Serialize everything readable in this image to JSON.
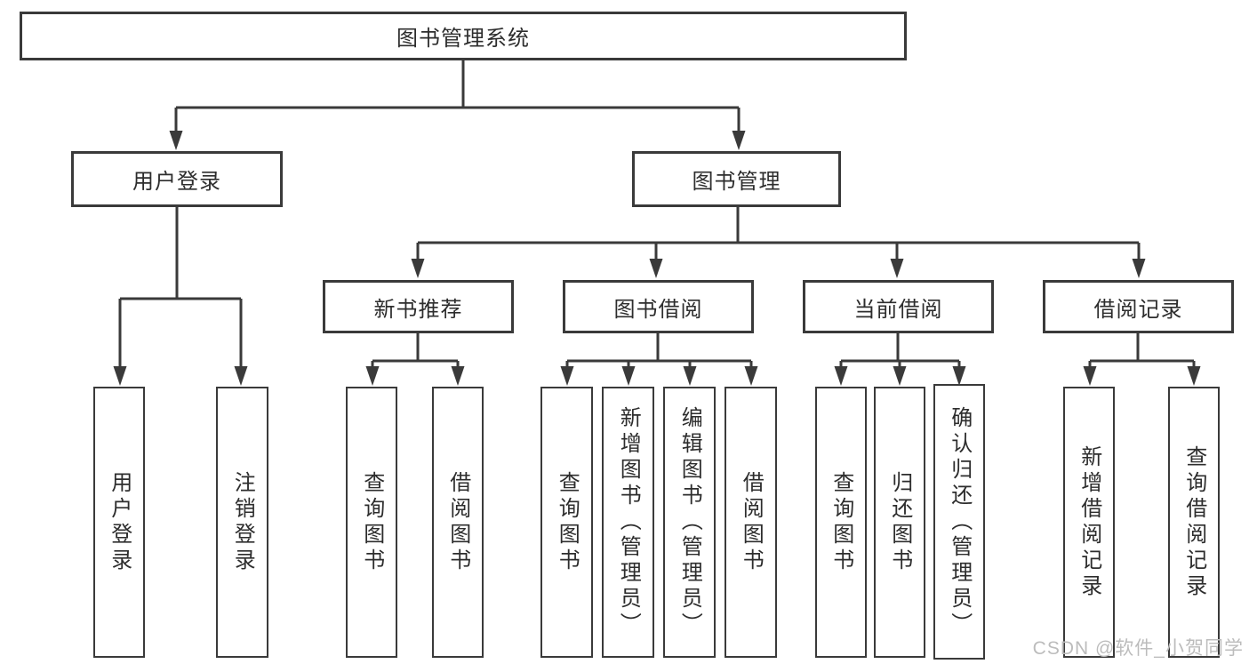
{
  "diagram": {
    "root": "图书管理系统",
    "user_login": {
      "label": "用户登录",
      "children": [
        "用户登录",
        "注销登录"
      ]
    },
    "book_management": {
      "label": "图书管理",
      "new_book_recommend": {
        "label": "新书推荐",
        "children": [
          "查询图书",
          "借阅图书"
        ]
      },
      "book_borrowing": {
        "label": "图书借阅",
        "children": [
          "查询图书",
          "新增图书（管理员）",
          "编辑图书（管理员）",
          "借阅图书"
        ]
      },
      "current_borrowing": {
        "label": "当前借阅",
        "children": [
          "查询图书",
          "归还图书",
          "确认归还（管理员）"
        ]
      },
      "borrowing_records": {
        "label": "借阅记录",
        "children": [
          "新增借阅记录",
          "查询借阅记录"
        ]
      }
    }
  },
  "watermark": "CSDN @软件_小贺同学",
  "colors": {
    "line": "#3a3a3a",
    "box_border": "#3a3a3a",
    "box_fill": "#ffffff",
    "text": "#2d2d2d",
    "watermark": "#bcbcbc",
    "background": "#ffffff"
  }
}
